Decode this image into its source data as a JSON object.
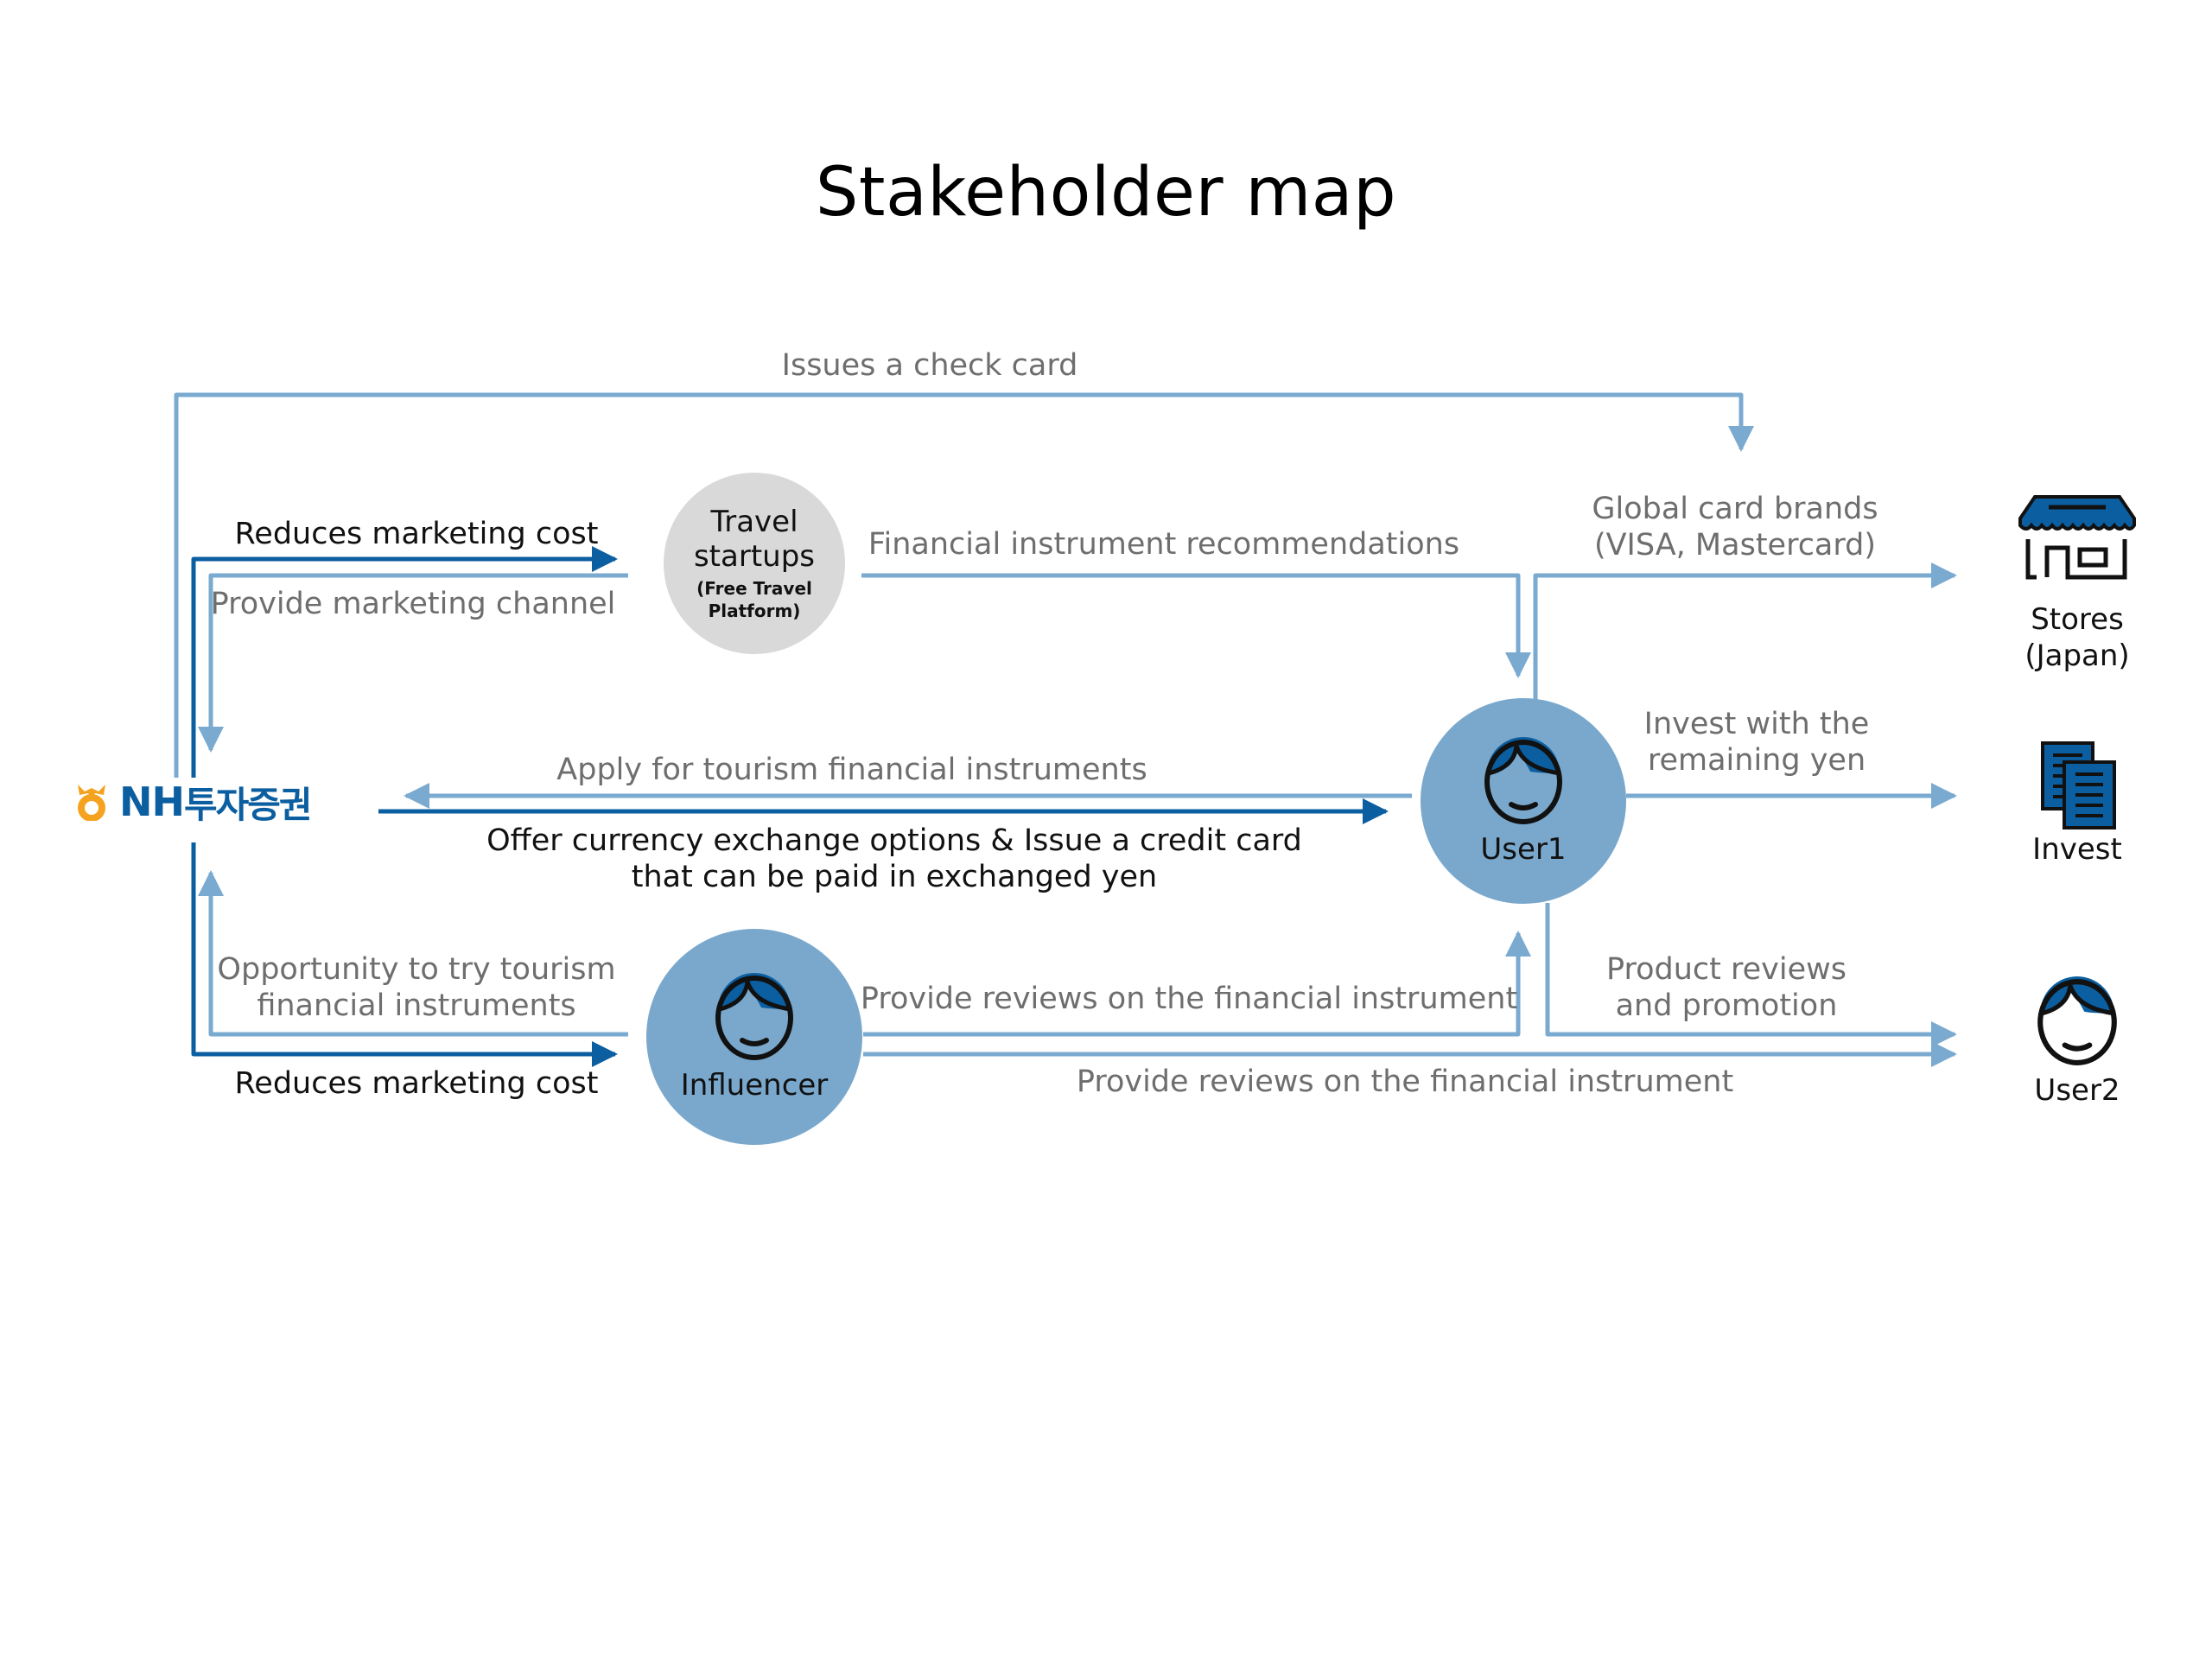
{
  "title": "Stakeholder map",
  "colors": {
    "light_flow": "#7aaad0",
    "dark_flow": "#0b5ea0",
    "node_fill": "#7aa8cc",
    "travel_fill": "#d9d9d9",
    "logo_orange": "#f5a31f",
    "icon_blue": "#0b5ea0",
    "label_gray": "#6e6e6e"
  },
  "logo": {
    "brand": "NH",
    "name_korean": "투자증권",
    "icon": "nh-emblem-icon"
  },
  "nodes": {
    "travel": {
      "name_line1": "Travel",
      "name_line2": "startups",
      "sub_line1": "(Free Travel",
      "sub_line2": "Platform)"
    },
    "user1": {
      "name": "User1",
      "icon": "person-icon"
    },
    "influencer": {
      "name": "Influencer",
      "icon": "person-icon"
    }
  },
  "entities": {
    "stores": {
      "line1": "Stores",
      "line2": "(Japan)",
      "icon": "store-icon"
    },
    "invest": {
      "label": "Invest",
      "icon": "documents-icon"
    },
    "user2": {
      "label": "User2",
      "icon": "person-icon"
    }
  },
  "flows": {
    "issues_check_card": "Issues a check card",
    "reduces_cost_top": "Reduces marketing cost",
    "provide_channel": "Provide marketing channel",
    "recommendations": "Financial instrument recommendations",
    "global_brands_line1": "Global card brands",
    "global_brands_line2": "(VISA, Mastercard)",
    "apply": "Apply for tourism financial instruments",
    "offer_line1": "Offer currency exchange options & Issue a credit card",
    "offer_line2": "that can be paid in exchanged yen",
    "invest_line1": "Invest with the",
    "invest_line2": "remaining yen",
    "opportunity_line1": "Opportunity to try tourism",
    "opportunity_line2": "financial instruments",
    "reduces_cost_bottom": "Reduces marketing cost",
    "reviews_to_user1": "Provide reviews on the financial instrument",
    "reviews_to_user2": "Provide reviews on the financial instrument",
    "product_line1": "Product reviews",
    "product_line2": "and promotion"
  }
}
